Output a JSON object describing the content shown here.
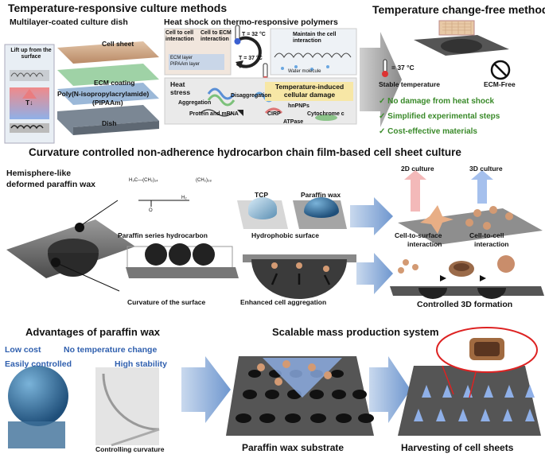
{
  "top": {
    "left_title": "Temperature-responsive culture methods",
    "right_title": "Temperature change-free method",
    "dish_subtitle": "Multilayer-coated culture dish",
    "heat_subtitle": "Heat shock on thermo-responsive polymers",
    "lift_up": "Lift up from the surface",
    "arrow_t": "T↓",
    "cell_sheet": "Cell sheet",
    "ecm_coating": "ECM coating",
    "pipaam": "Poly(N-isopropylacrylamide)",
    "pipaam_abbr": "(PIPAAm)",
    "dish": "Dish",
    "cell_to_cell": "Cell to cell interaction",
    "cell_to_ecm": "Cell to ECM interaction",
    "t_low": "T = 32 °C",
    "t_high": "T = 37 °C",
    "ecm_layer": "ECM layer",
    "pipaam_layer": "PIPAAm layer",
    "maintain": "Maintain the cell interaction",
    "water": "Water molecule",
    "heat_stress": "Heat stress",
    "aggregation": "Aggregation",
    "disaggregation": "Disaggregation",
    "protein_mrna": "Protein and mRNA",
    "damage_box": "Temperature-induced cellular damage",
    "hnrnps": "hnPNPs",
    "cirp": "CIRP",
    "cyto": "Cytochrome c",
    "atpase": "ATPase",
    "temp_37": "= 37 °C",
    "stable": "Stable temperature",
    "ecm_free": "ECM-Free",
    "benefits": [
      "No damage from heat shock",
      "Simplified experimental steps",
      "Cost-effective materials"
    ],
    "check": "✓"
  },
  "middle": {
    "title": "Curvature controlled non-adherence hydrocarbon chain film-based cell sheet culture",
    "hemisphere": "Hemisphere-like deformed paraffin wax",
    "hemisphere_l1": "Hemisphere-like",
    "hemisphere_l2": "deformed paraffin wax",
    "paraffin_series": "Paraffin series hydrocarbon",
    "formula_left": "H₃C—(CH₂)₁₄",
    "formula_right": "(CH₂)₂₈",
    "formula_o": "O",
    "formula_h2": "H₂",
    "tcp": "TCP",
    "paraffin_wax": "Paraffin wax",
    "hydrophobic": "Hydrophobic surface",
    "curvature": "Curvature of the surface",
    "enhanced": "Enhanced cell aggregation",
    "culture_2d": "2D culture",
    "culture_3d": "3D culture",
    "cell_surface_l1": "Cell-to-surface",
    "cell_surface_l2": "interaction",
    "cell_cell_l1": "Cell-to-cell",
    "cell_cell_l2": "interaction",
    "controlled_3d": "Controlled 3D formation"
  },
  "bottom": {
    "adv_title": "Advantages of paraffin wax",
    "adv": [
      "Low cost",
      "No temperature change",
      "Easily controlled",
      "High stability"
    ],
    "controlling": "Controlling curvature",
    "scalable": "Scalable mass production system",
    "substrate": "Paraffin wax substrate",
    "harvest": "Harvesting of cell sheets"
  }
}
